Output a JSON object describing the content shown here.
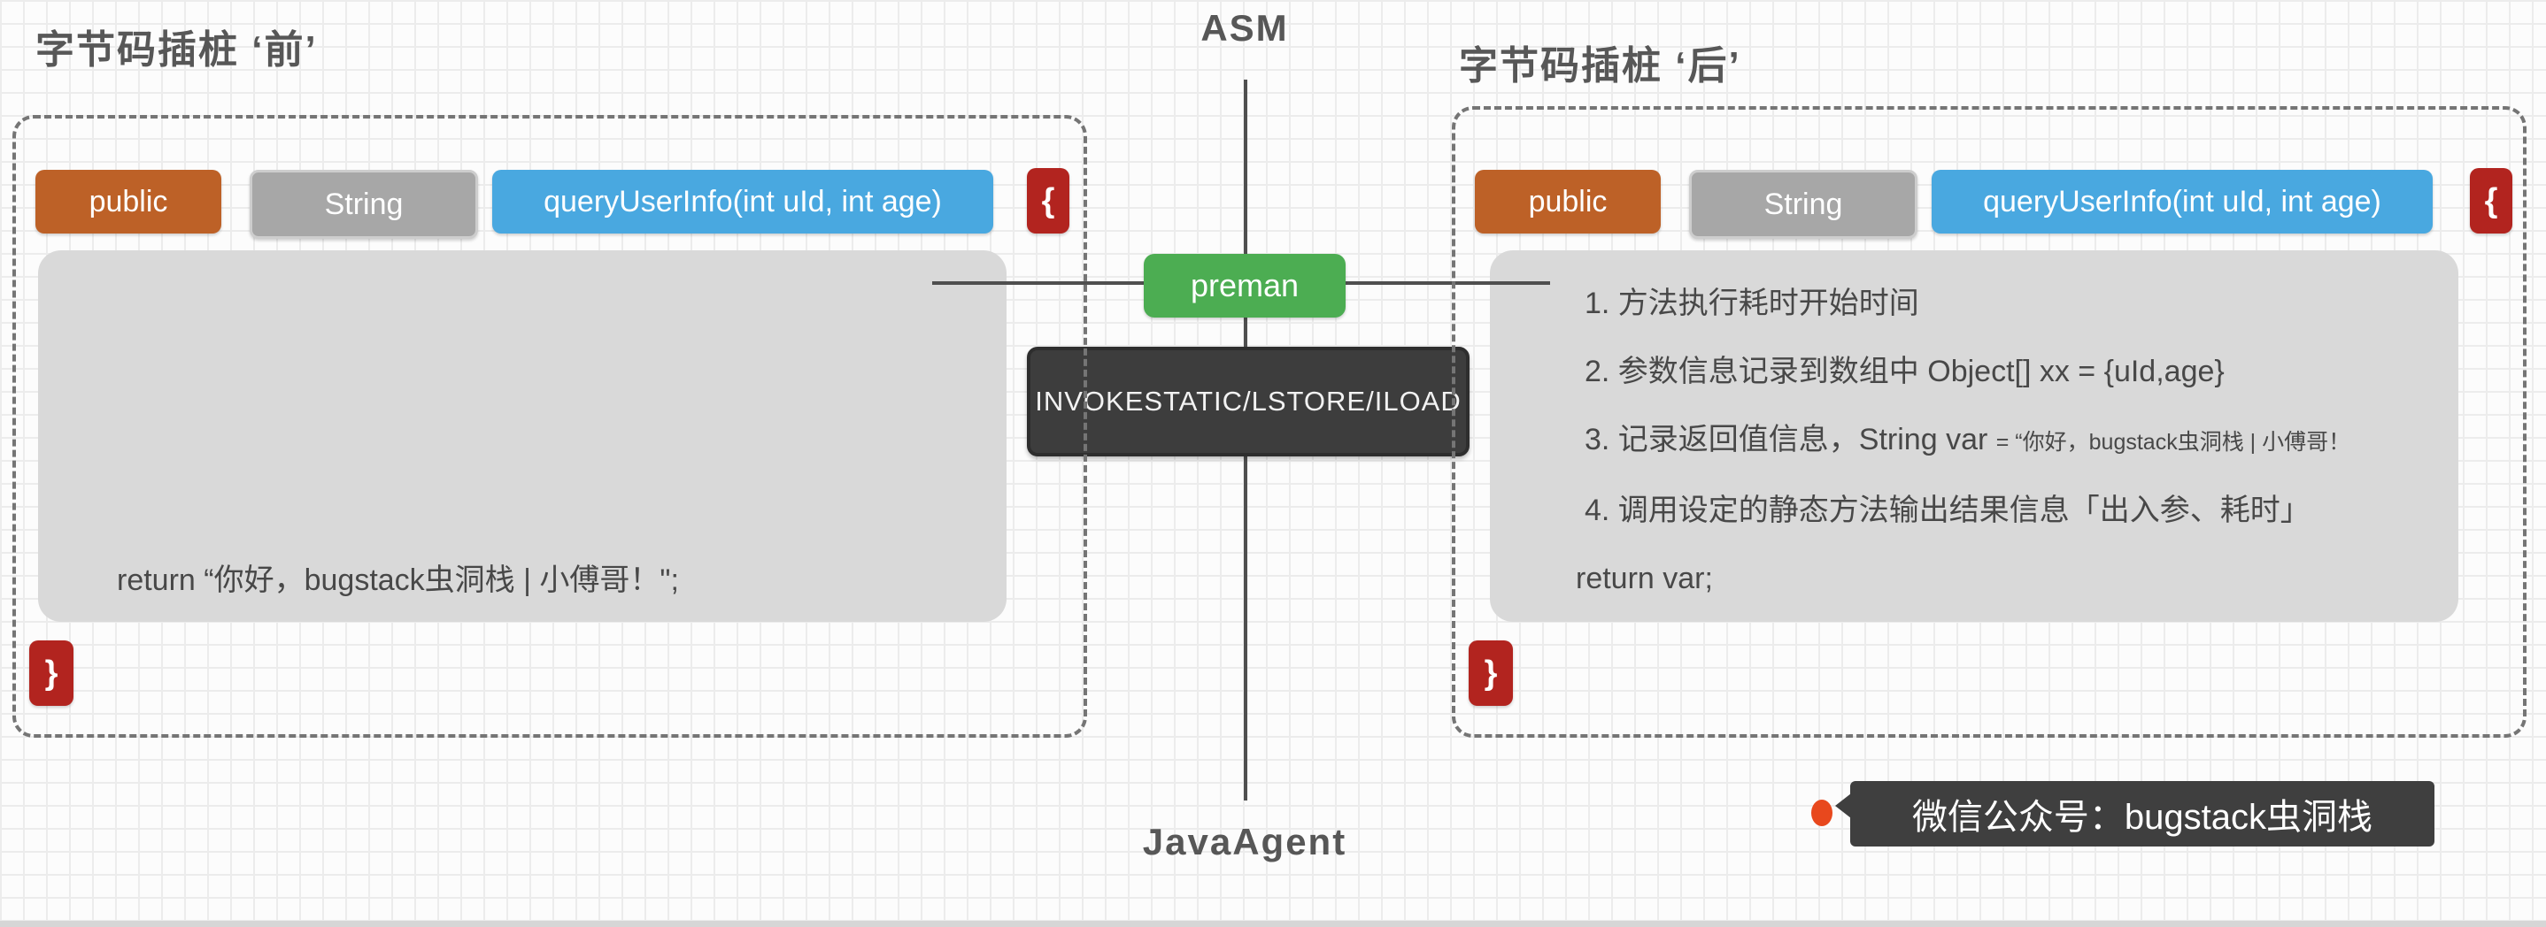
{
  "titles": {
    "before": "字节码插桩 ‘前’",
    "after": "字节码插桩 ‘后’",
    "top_center": "ASM",
    "bottom_center": "JavaAgent"
  },
  "method_signature": {
    "modifier": "public",
    "return_type": "String",
    "name_args": "queryUserInfo(int uId, int age)",
    "open_brace": "{",
    "close_brace": "}"
  },
  "before_box": {
    "code_line": "return “你好，bugstack虫洞栈 | 小傅哥！\";"
  },
  "after_box": {
    "steps": [
      {
        "text": "1. 方法执行耗时开始时间",
        "small": ""
      },
      {
        "text": "2. 参数信息记录到数组中 Object[] xx = {uId,age}",
        "small": ""
      },
      {
        "text": "3. 记录返回值信息，String var",
        "small": "= “你好，bugstack虫洞栈 | 小傅哥！"
      },
      {
        "text": "4. 调用设定的静态方法输出结果信息「出入参、耗时」",
        "small": ""
      }
    ],
    "return_line": "return var;"
  },
  "center": {
    "probe_button": "preman",
    "bytecode_ops": "INVOKESTATIC/LSTORE/ILOAD"
  },
  "watermark": {
    "label": "微信公众号：bugstack虫洞栈"
  },
  "colors": {
    "orange": "#bd6127",
    "gray_button": "#a7a7a7",
    "blue": "#49a8e0",
    "red": "#b2241f",
    "green": "#4cad52",
    "dark": "#3d3d3d",
    "dark_tooltip": "#3f3f3f",
    "dot": "#e8481d",
    "code_block": "#d9d9d9",
    "title_text": "#575757"
  }
}
